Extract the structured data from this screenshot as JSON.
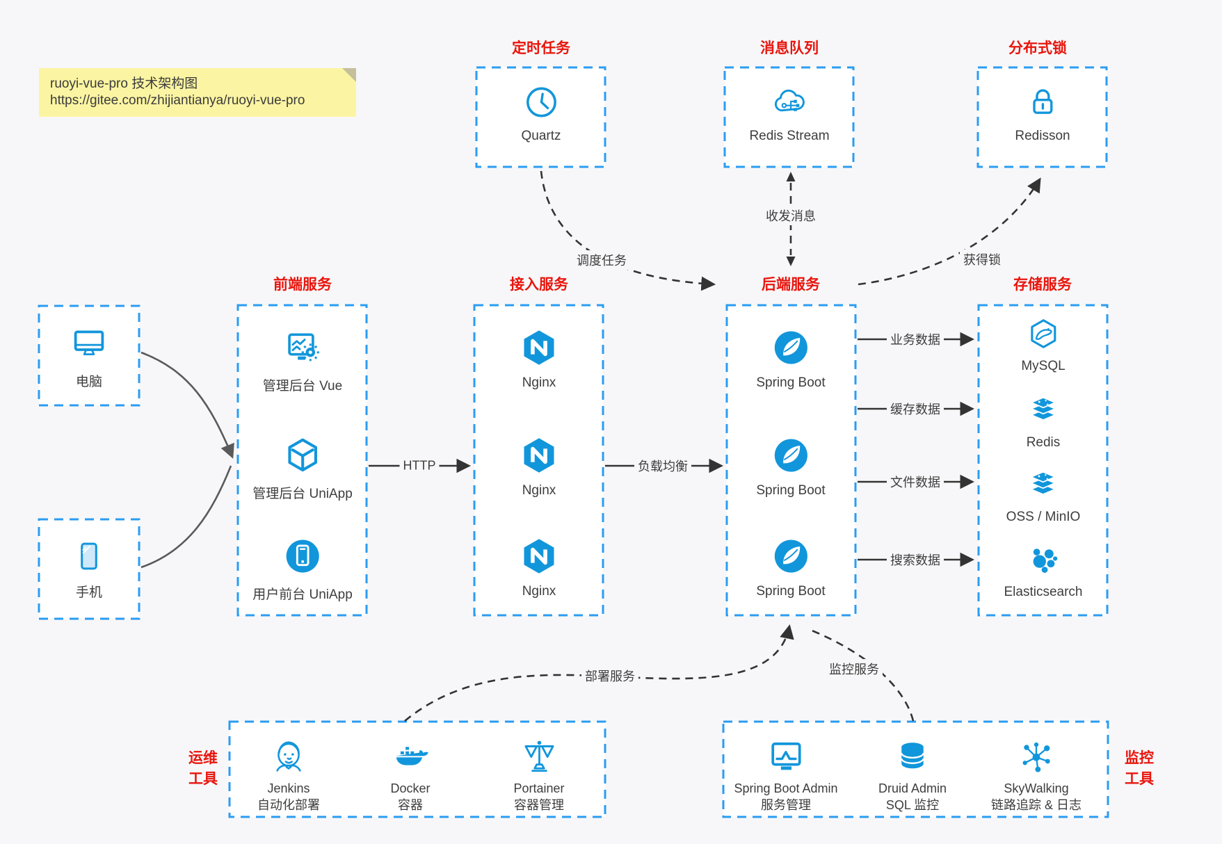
{
  "note": {
    "line1": "ruoyi-vue-pro 技术架构图",
    "line2": "https://gitee.com/zhijiantianya/ruoyi-vue-pro"
  },
  "colors": {
    "accent_blue": "#1296db",
    "box_border_blue": "#2b9cf2",
    "title_red": "#e8150d",
    "canvas_bg": "#f7f7f9",
    "note_bg": "#fbf4a2",
    "text": "#3d3d3d",
    "arrow_black": "#333333",
    "arrow_gray": "#5a5a5a"
  },
  "top_groups": [
    {
      "title": "定时任务",
      "node": {
        "label": "Quartz",
        "icon": "clock-icon"
      }
    },
    {
      "title": "消息队列",
      "node": {
        "label": "Redis Stream",
        "icon": "cloud-mq-icon"
      }
    },
    {
      "title": "分布式锁",
      "node": {
        "label": "Redisson",
        "icon": "lock-icon"
      }
    }
  ],
  "devices": [
    {
      "label": "电脑",
      "icon": "desktop-icon"
    },
    {
      "label": "手机",
      "icon": "phone-icon"
    }
  ],
  "columns": [
    {
      "title": "前端服务",
      "items": [
        {
          "label": "管理后台 Vue",
          "icon": "admin-vue-icon"
        },
        {
          "label": "管理后台 UniApp",
          "icon": "uniapp-cube-icon"
        },
        {
          "label": "用户前台 UniApp",
          "icon": "mobile-app-icon"
        }
      ]
    },
    {
      "title": "接入服务",
      "items": [
        {
          "label": "Nginx",
          "icon": "nginx-icon"
        },
        {
          "label": "Nginx",
          "icon": "nginx-icon"
        },
        {
          "label": "Nginx",
          "icon": "nginx-icon"
        }
      ]
    },
    {
      "title": "后端服务",
      "items": [
        {
          "label": "Spring Boot",
          "icon": "spring-boot-icon"
        },
        {
          "label": "Spring Boot",
          "icon": "spring-boot-icon"
        },
        {
          "label": "Spring Boot",
          "icon": "spring-boot-icon"
        }
      ]
    },
    {
      "title": "存储服务",
      "items": [
        {
          "label": "MySQL",
          "icon": "mysql-icon"
        },
        {
          "label": "Redis",
          "icon": "redis-icon"
        },
        {
          "label": "OSS / MinIO",
          "icon": "oss-minio-icon"
        },
        {
          "label": "Elasticsearch",
          "icon": "elasticsearch-icon"
        }
      ]
    }
  ],
  "edges": {
    "http": "HTTP",
    "load_balance": "负载均衡",
    "schedule": "调度任务",
    "message": "收发消息",
    "lock": "获得锁",
    "business": "业务数据",
    "cache": "缓存数据",
    "file": "文件数据",
    "search": "搜索数据",
    "deploy": "部署服务",
    "monitor": "监控服务"
  },
  "bottom_groups": [
    {
      "title_lines": [
        "运维",
        "工具"
      ],
      "items": [
        {
          "lines": [
            "Jenkins",
            "自动化部署"
          ],
          "icon": "jenkins-icon"
        },
        {
          "lines": [
            "Docker",
            "容器"
          ],
          "icon": "docker-icon"
        },
        {
          "lines": [
            "Portainer",
            "容器管理"
          ],
          "icon": "portainer-icon"
        }
      ]
    },
    {
      "title_lines": [
        "监控",
        "工具"
      ],
      "items": [
        {
          "lines": [
            "Spring Boot Admin",
            "服务管理"
          ],
          "icon": "spring-boot-admin-icon"
        },
        {
          "lines": [
            "Druid Admin",
            "SQL 监控"
          ],
          "icon": "druid-icon"
        },
        {
          "lines": [
            "SkyWalking",
            "链路追踪 & 日志"
          ],
          "icon": "skywalking-icon"
        }
      ]
    }
  ]
}
